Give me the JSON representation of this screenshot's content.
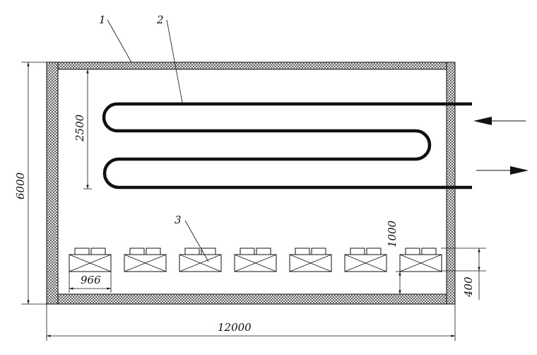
{
  "labels": {
    "wall_callout": "1",
    "coil_callout": "2",
    "unit_callout": "3"
  },
  "dimensions": {
    "room_length": "12000",
    "room_width": "6000",
    "coil_span": "2500",
    "unit_width": "966",
    "unit_clearance": "1000",
    "unit_height": "400"
  },
  "units": {
    "count": 7
  },
  "colors": {
    "line": "#111111",
    "wall_fill": "#9a9a9a",
    "background": "#ffffff"
  },
  "icons": {
    "inflow_arrow": "arrow-left-icon",
    "outflow_arrow": "arrow-right-icon"
  }
}
